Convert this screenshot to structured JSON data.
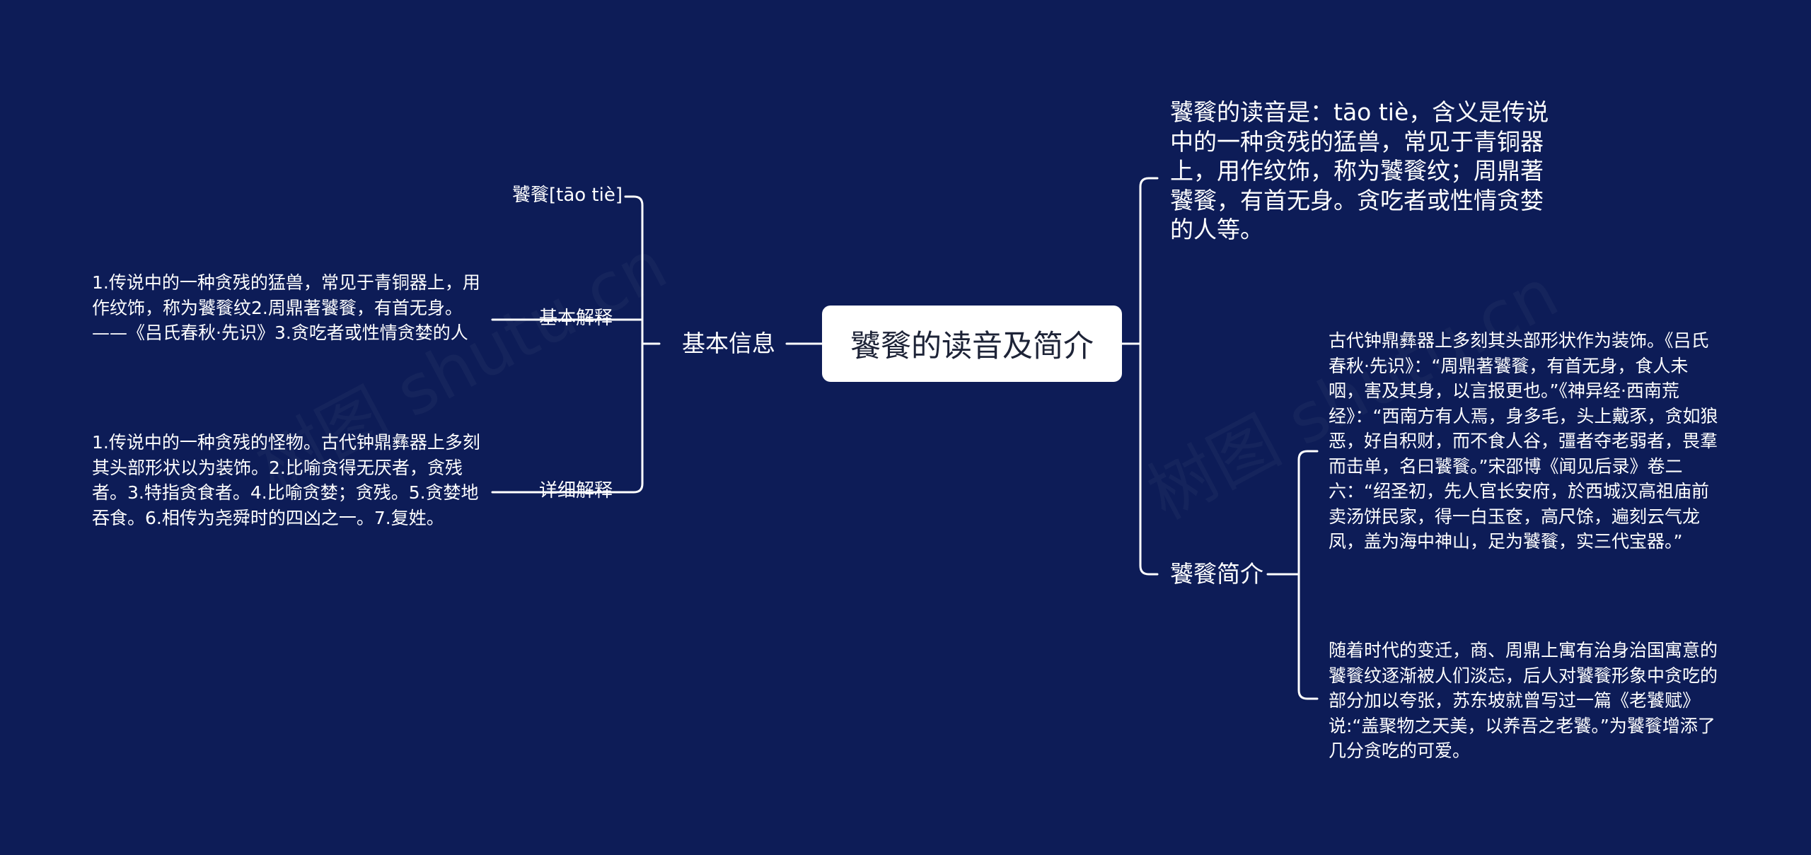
{
  "root": {
    "title": "饕餮的读音及简介"
  },
  "left": {
    "branch_label": "基本信息",
    "items": [
      {
        "label": "饕餮[tāo tiè]"
      },
      {
        "label": "基本解释",
        "detail": "1.传说中的一种贪残的猛兽，常见于青铜器上，用作纹饰，称为饕餮纹2.周鼎著饕餮，有首无身。——《吕氏春秋·先识》3.贪吃者或性情贪婪的人"
      },
      {
        "label": "详细解释",
        "detail": "1.传说中的一种贪残的怪物。古代钟鼎彝器上多刻其头部形状以为装饰。2.比喻贪得无厌者，贪残者。3.特指贪食者。4.比喻贪婪；贪残。5.贪婪地吞食。6.相传为尧舜时的四凶之一。7.复姓。"
      }
    ]
  },
  "right": {
    "reading_text": "饕餮的读音是：tāo tiè，含义是传说中的一种贪残的猛兽，常见于青铜器上，用作纹饰，称为饕餮纹；周鼎著饕餮，有首无身。贪吃者或性情贪婪的人等。",
    "intro_label": "饕餮简介",
    "intro_items": [
      "古代钟鼎彝器上多刻其头部形状作为装饰。《吕氏春秋·先识》：“周鼎著饕餮，有首无身，食人未咽，害及其身，以言报更也。”《神异经·西南荒经》：“西南方有人焉，身多毛，头上戴豕，贪如狼恶，好自积财，而不食人谷，彊者夺老弱者，畏羣而击单，名曰饕餮。”宋邵博《闻见后录》卷二六：“绍圣初，先人官长安府，於西城汉高祖庙前卖汤饼民家，得一白玉奁，高尺馀，遍刻云气龙凤，盖为海中神山，足为饕餮，实三代宝器。”",
      "随着时代的变迁，商、周鼎上寓有治身治国寓意的饕餮纹逐渐被人们淡忘，后人对饕餮形象中贪吃的部分加以夸张，苏东坡就曾写过一篇《老饕赋》说:“盖聚物之天美，以养吾之老饕。”为饕餮增添了几分贪吃的可爱。"
    ]
  },
  "watermark": "树图 shutu.cn"
}
